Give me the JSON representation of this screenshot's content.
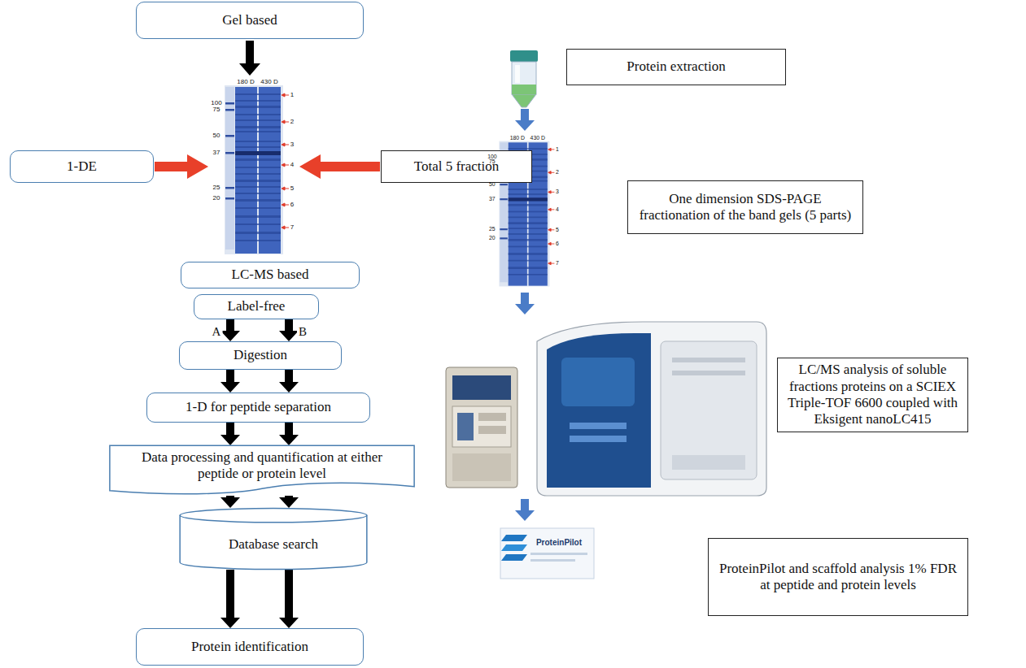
{
  "diagram": {
    "nodes": [
      {
        "text": [
          "Gel based"
        ]
      },
      {
        "text": [
          "1-DE"
        ]
      },
      {
        "text": [
          "Total 5 fraction"
        ]
      },
      {
        "text": [
          "LC-MS based"
        ]
      },
      {
        "text": [
          "Label-free"
        ]
      },
      {
        "text": [
          "Digestion"
        ]
      },
      {
        "text": [
          "1-D for peptide separation"
        ]
      },
      {
        "text": [
          "Data processing and quantification at either peptide or protein level"
        ]
      },
      {
        "text": [
          "Database search"
        ]
      },
      {
        "text": [
          "Protein identification"
        ]
      },
      {
        "text": [
          "Protein extraction"
        ]
      },
      {
        "text": [
          "One dimension SDS-PAGE fractionation of the band gels (5 parts)"
        ]
      },
      {
        "text": [
          "LC/MS analysis of soluble fractions proteins on a SCIEX Triple-TOF 6600 coupled with Eksigent nanoLC415"
        ]
      },
      {
        "text": [
          "ProteinPilot and scaffold analysis 1% FDR at peptide and protein levels"
        ]
      }
    ],
    "edges": [
      {
        "from": 4,
        "to": 5,
        "label": "A",
        "arrow": "to"
      },
      {
        "from": 4,
        "to": 5,
        "label": "B",
        "arrow": "to"
      },
      {
        "from": 5,
        "to": 6,
        "arrow": "to"
      },
      {
        "from": 5,
        "to": 6,
        "arrow": "to"
      },
      {
        "from": 6,
        "to": 7,
        "arrow": "to"
      },
      {
        "from": 6,
        "to": 7,
        "arrow": "to"
      },
      {
        "from": 7,
        "to": 8,
        "arrow": "to"
      },
      {
        "from": 7,
        "to": 8,
        "arrow": "to"
      },
      {
        "from": 8,
        "to": 9,
        "arrow": "to"
      },
      {
        "from": 8,
        "to": 9,
        "arrow": "to"
      }
    ],
    "labels": [
      "180 D",
      "430 D",
      "100",
      "75",
      "50",
      "37",
      "25",
      "20",
      "1",
      "2",
      "3",
      "4",
      "5",
      "6",
      "7",
      "180 D",
      "430 D",
      "100",
      "75",
      "50",
      "37",
      "25",
      "20",
      "1",
      "2",
      "3",
      "4",
      "5",
      "6",
      "7",
      "ProteinPilot"
    ]
  }
}
